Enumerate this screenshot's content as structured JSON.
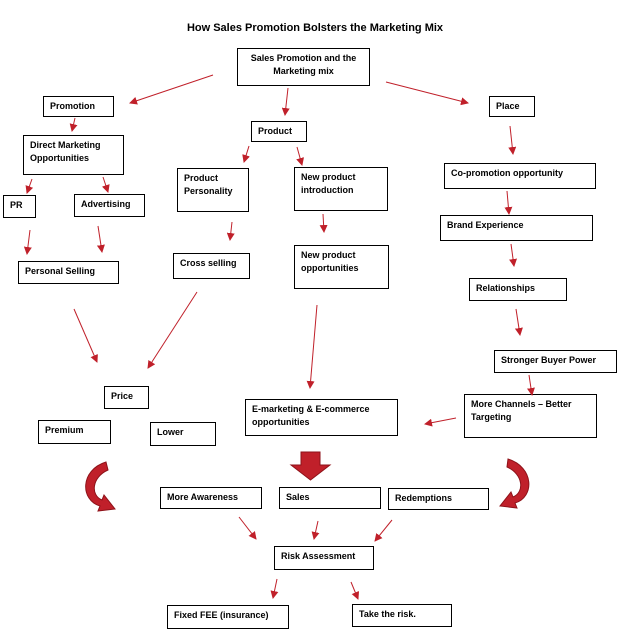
{
  "title": "How Sales Promotion Bolsters the Marketing Mix",
  "nodes": {
    "sales_promotion_mix": "Sales Promotion and the Marketing mix",
    "promotion": "Promotion",
    "product": "Product",
    "place": "Place",
    "direct_marketing": "Direct Marketing Opportunities",
    "pr": "PR",
    "advertising": "Advertising",
    "personal_selling": "Personal Selling",
    "product_personality": "Product Personality",
    "new_product_introduction": "New product introduction",
    "cross_selling": "Cross selling",
    "new_product_opportunities": "New product opportunities",
    "co_promotion": "Co-promotion opportunity",
    "brand_experience": "Brand Experience",
    "relationships": "Relationships",
    "stronger_buyer_power": "Stronger Buyer Power",
    "more_channels": "More Channels – Better Targeting",
    "price": "Price",
    "premium": "Premium",
    "lower": "Lower",
    "e_marketing": "E-marketing & E-commerce opportunities",
    "more_awareness": "More Awareness",
    "sales": "Sales",
    "redemptions": "Redemptions",
    "risk_assessment": "Risk Assessment",
    "fixed_fee": "Fixed FEE (insurance)",
    "take_risk": "Take the risk."
  },
  "colors": {
    "arrow": "#c0202a",
    "shape_fill": "#c0202a",
    "shape_dark": "#8e1219",
    "border": "#000000"
  }
}
